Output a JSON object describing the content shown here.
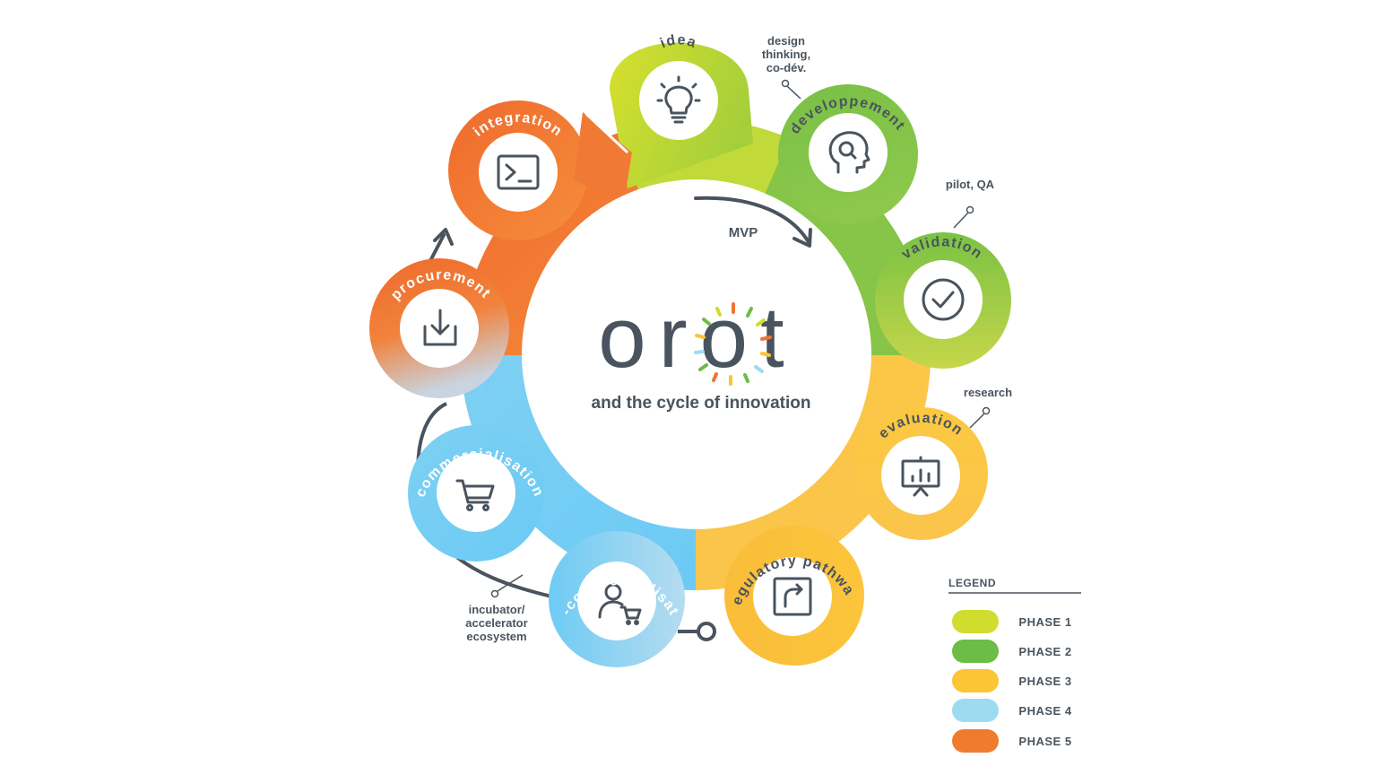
{
  "diagram": {
    "logo_text": "orot",
    "subtitle": "and the cycle of innovation",
    "inner_arrow_label": "MVP",
    "stages": [
      {
        "label": "idea",
        "icon": "lightbulb-icon"
      },
      {
        "label": "developpement",
        "icon": "head-search-icon"
      },
      {
        "label": "validation",
        "icon": "checkmark-icon"
      },
      {
        "label": "evaluation",
        "icon": "presentation-chart-icon"
      },
      {
        "label": "regulatory pathway",
        "icon": "arrow-box-icon"
      },
      {
        "label": "pre-commercialisation",
        "icon": "person-cart-icon"
      },
      {
        "label": "commercialisation",
        "icon": "shopping-cart-icon"
      },
      {
        "label": "procurement",
        "icon": "download-icon"
      },
      {
        "label": "integration",
        "icon": "terminal-icon"
      }
    ],
    "annotations": {
      "design": [
        "design",
        "thinking,",
        "co-dév."
      ],
      "pilot": "pilot, QA",
      "research": "research",
      "incubator": [
        "incubator/",
        "accelerator",
        "ecosystem"
      ]
    }
  },
  "legend": {
    "title": "LEGEND",
    "items": [
      {
        "label": "PHASE 1",
        "color": "#cfdd2e"
      },
      {
        "label": "PHASE 2",
        "color": "#6cbc45"
      },
      {
        "label": "PHASE 3",
        "color": "#fcc535"
      },
      {
        "label": "PHASE 4",
        "color": "#9fdbf0"
      },
      {
        "label": "PHASE 5",
        "color": "#f07b2f"
      }
    ]
  },
  "colors": {
    "phase1": "#cfdd2e",
    "phase2": "#6cbc45",
    "phase3": "#fcc535",
    "phase4": "#6fcdf4",
    "phase5": "#f07434",
    "text_dark": "#4a545e"
  }
}
